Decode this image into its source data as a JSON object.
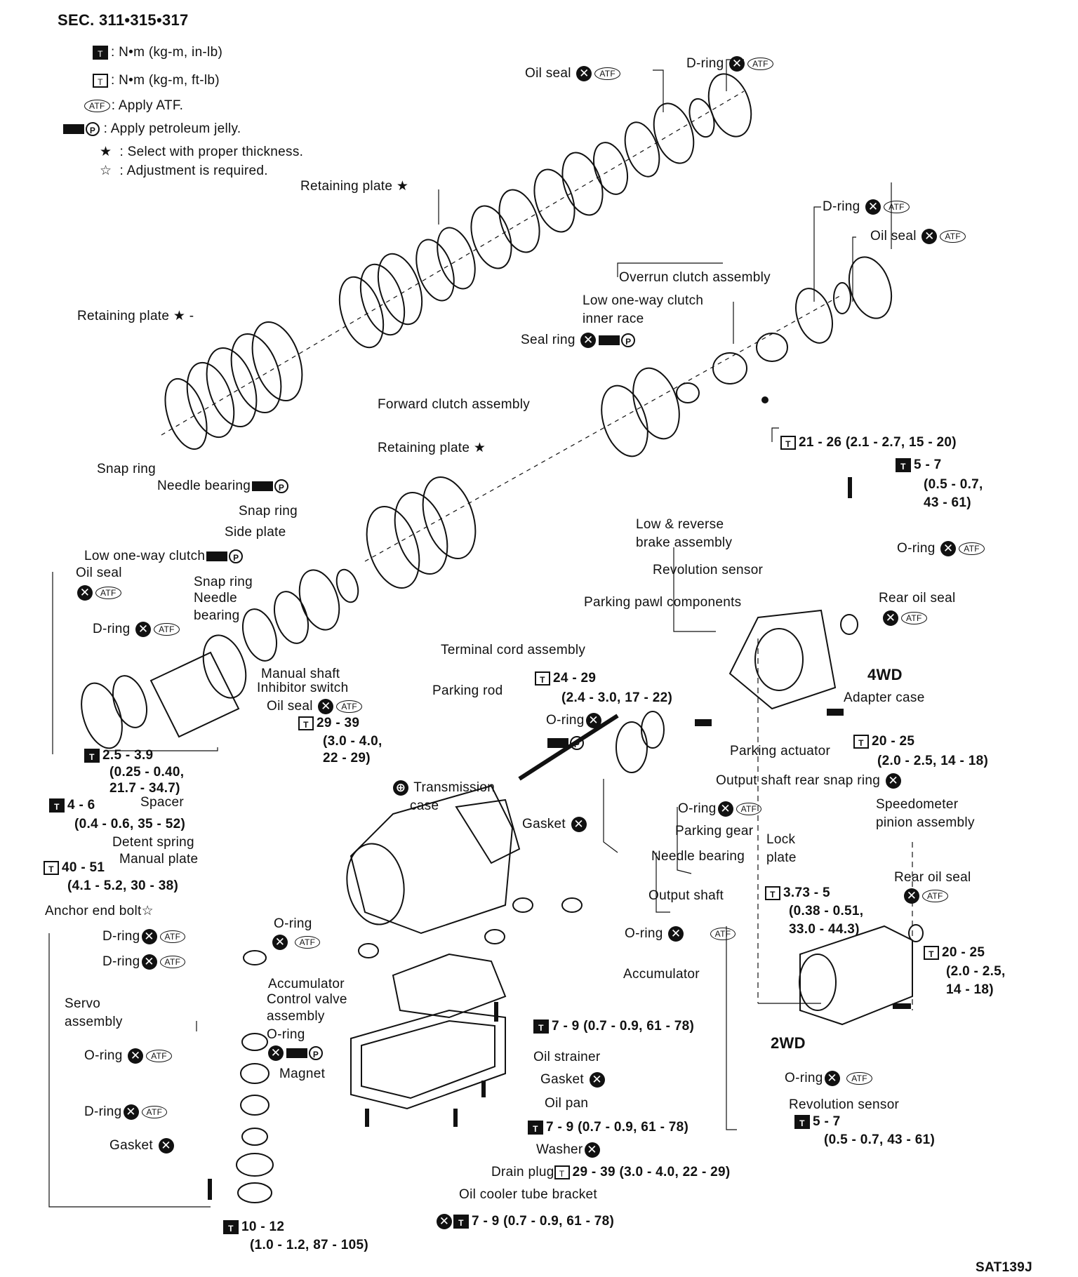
{
  "header": {
    "section": "SEC. 311•315•317"
  },
  "legend": [
    {
      "icon": "torque-wrench-icon",
      "text": ": N•m (kg-m, in-lb)"
    },
    {
      "icon": "torque-wrench-outline-icon",
      "text": ": N•m (kg-m, ft-lb)"
    },
    {
      "icon": "atf-icon",
      "text": ": Apply ATF."
    },
    {
      "icon": "petroleum-jelly-icon",
      "text": ": Apply petroleum jelly."
    },
    {
      "icon": "filled-star-icon",
      "symbol": "★",
      "text": ": Select with proper thickness."
    },
    {
      "icon": "outline-star-icon",
      "symbol": "☆",
      "text": ": Adjustment is required."
    }
  ],
  "symbols": {
    "atf": "ATF",
    "petroleum": "P",
    "replace": "✕"
  },
  "labels": {
    "oil_seal_top": "Oil seal",
    "d_ring_top": "D-ring",
    "retaining_plate_1": "Retaining plate ★",
    "d_ring_right": "D-ring",
    "oil_seal_right": "Oil seal",
    "overrun_clutch": "Overrun clutch assembly",
    "low_one_way_inner": "Low one-way clutch",
    "low_one_way_inner_2": "inner race",
    "retaining_plate_2": "Retaining plate ★ -",
    "seal_ring": "Seal ring",
    "forward_clutch": "Forward clutch assembly",
    "torque_21": "21 - 26 (2.1 - 2.7, 15 - 20)",
    "retaining_plate_3": "Retaining plate ★",
    "snap_ring_1": "Snap ring",
    "torque_5_7_a": "5 - 7",
    "torque_5_7_a2": "(0.5 - 0.7,",
    "torque_5_7_a3": "43 - 61)",
    "needle_bearing_1": "Needle bearing",
    "snap_ring_2": "Snap ring",
    "side_plate": "Side plate",
    "low_reverse_brake": "Low & reverse",
    "low_reverse_brake_2": "brake assembly",
    "low_one_way_clutch": "Low one-way clutch",
    "o_ring_1": "O-ring",
    "oil_seal_left": "Oil seal",
    "revolution_sensor_1": "Revolution sensor",
    "snap_ring_3": "Snap ring",
    "needle_bearing_2": "Needle",
    "needle_bearing_2b": "bearing",
    "parking_pawl": "Parking pawl components",
    "rear_oil_seal_1": "Rear oil seal",
    "d_ring_left": "D-ring",
    "terminal_cord": "Terminal cord assembly",
    "manual_shaft": "Manual shaft",
    "inhibitor_switch": "Inhibitor switch",
    "torque_24": "24 - 29",
    "torque_24b": "(2.4 - 3.0, 17 - 22)",
    "label_4wd": "4WD",
    "oil_seal_mid": "Oil seal",
    "parking_rod": "Parking rod",
    "adapter_case": "Adapter case",
    "torque_29_39": "29 - 39",
    "torque_29_39b": "(3.0 - 4.0,",
    "torque_29_39c": "22 - 29)",
    "o_ring_2": "O-ring",
    "torque_2_5": "2.5 - 3.9",
    "torque_2_5b": "(0.25 - 0.40,",
    "torque_2_5c": "21.7 - 34.7)",
    "parking_actuator": "Parking actuator",
    "torque_20_25_a": "20 - 25",
    "torque_20_25_a2": "(2.0 - 2.5, 14 - 18)",
    "transmission_case": "Transmission",
    "transmission_case_2": "case",
    "output_snap_ring": "Output shaft rear snap ring",
    "spacer": "Spacer",
    "torque_4_6": "4 - 6",
    "torque_4_6b": "(0.4 - 0.6, 35 - 52)",
    "o_ring_3": "O-ring",
    "speedometer": "Speedometer",
    "speedometer_2": "pinion assembly",
    "gasket_1": "Gasket",
    "parking_gear": "Parking gear",
    "lock_plate": "Lock",
    "lock_plate_2": "plate",
    "detent_spring": "Detent spring",
    "manual_plate": "Manual plate",
    "needle_bearing_3": "Needle bearing",
    "torque_40": "40 - 51",
    "torque_40b": "(4.1 - 5.2, 30 - 38)",
    "rear_oil_seal_2": "Rear oil seal",
    "output_shaft": "Output shaft",
    "torque_3_73": "3.73 - 5",
    "torque_3_73b": "(0.38 - 0.51,",
    "torque_3_73c": "33.0 - 44.3)",
    "anchor_end_bolt": "Anchor end bolt☆",
    "o_ring_4": "O-ring",
    "d_ring_s1": "D-ring",
    "o_ring_5": "O-ring",
    "d_ring_s2": "D-ring",
    "accumulator_1": "Accumulator",
    "accumulator_2": "Accumulator",
    "torque_20_25_b": "20 - 25",
    "torque_20_25_b2": "(2.0 - 2.5,",
    "torque_20_25_b3": "14 - 18)",
    "servo": "Servo",
    "servo_2": "assembly",
    "control_valve": "Control valve",
    "control_valve_2": "assembly",
    "torque_7_9_a": "7 - 9 (0.7 - 0.9, 61 - 78)",
    "label_2wd": "2WD",
    "o_ring_6": "O-ring",
    "o_ring_7": "O-ring",
    "oil_strainer": "Oil strainer",
    "magnet": "Magnet",
    "gasket_2": "Gasket",
    "o_ring_8": "O-ring",
    "revolution_sensor_2": "Revolution sensor",
    "oil_pan": "Oil pan",
    "d_ring_s3": "D-ring",
    "torque_7_9_b": "7 - 9 (0.7 - 0.9, 61 - 78)",
    "torque_5_7_b": "5 - 7",
    "torque_5_7_b2": "(0.5 - 0.7, 43 - 61)",
    "gasket_3": "Gasket",
    "washer": "Washer",
    "drain_plug": "Drain plug",
    "torque_29_39_d": "29 - 39 (3.0 - 4.0, 22 - 29)",
    "oil_cooler_bracket": "Oil cooler tube bracket",
    "torque_7_9_c": "7 - 9 (0.7 - 0.9, 61 - 78)",
    "torque_10_12": "10 - 12",
    "torque_10_12b": "(1.0 - 1.2, 87 - 105)",
    "figure_id": "SAT139J"
  }
}
